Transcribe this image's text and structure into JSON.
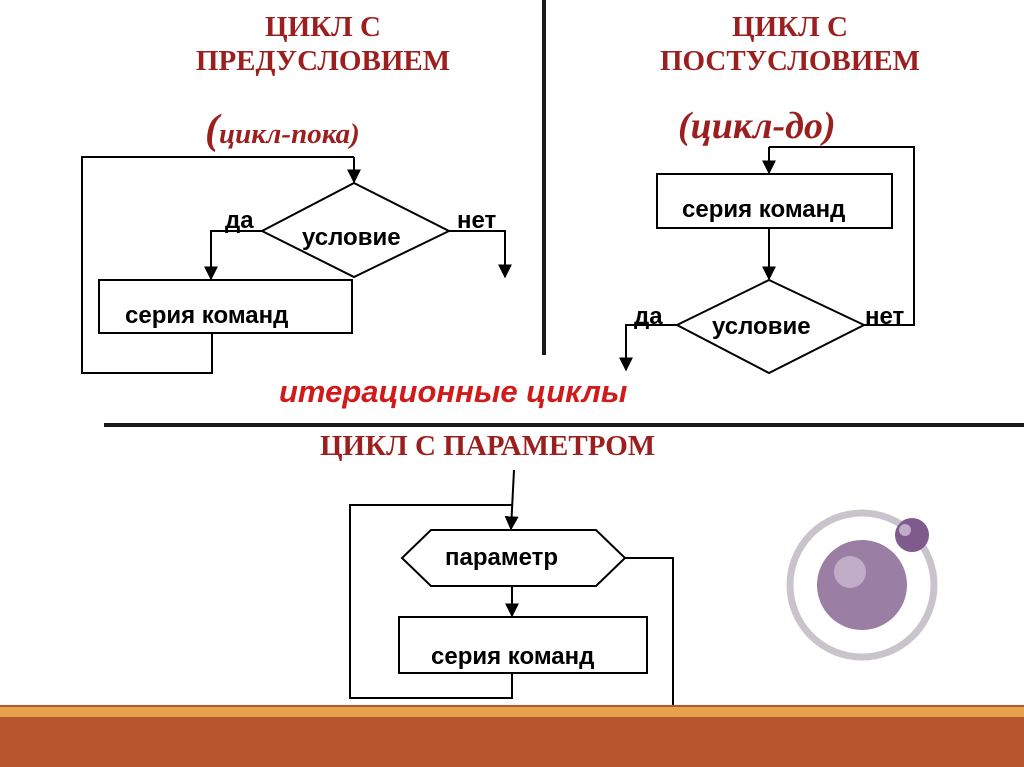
{
  "left_block": {
    "title_line1": "ЦИКЛ С",
    "title_line2": "ПРЕДУСЛОВИЕМ",
    "subtitle_paren_open": "(",
    "subtitle": "цикл-пока)",
    "condition": "условие",
    "yes": "да",
    "no": "нет",
    "body": "серия команд"
  },
  "right_block": {
    "title_line1": "ЦИКЛ С",
    "title_line2": "ПОСТУСЛОВИЕМ",
    "subtitle": "(цикл-до)",
    "body": "серия команд",
    "condition": "условие",
    "yes": "да",
    "no": "нет"
  },
  "section_label": "итерационные циклы",
  "bottom_block": {
    "title": "ЦИКЛ С ПАРАМЕТРОМ",
    "parameter": "параметр",
    "body": "серия команд"
  },
  "colors": {
    "title_red": "#9c1f1f",
    "accent_red": "#d11a1a",
    "band_orange": "#b8552f",
    "stripe_amber": "#e6a24d"
  }
}
